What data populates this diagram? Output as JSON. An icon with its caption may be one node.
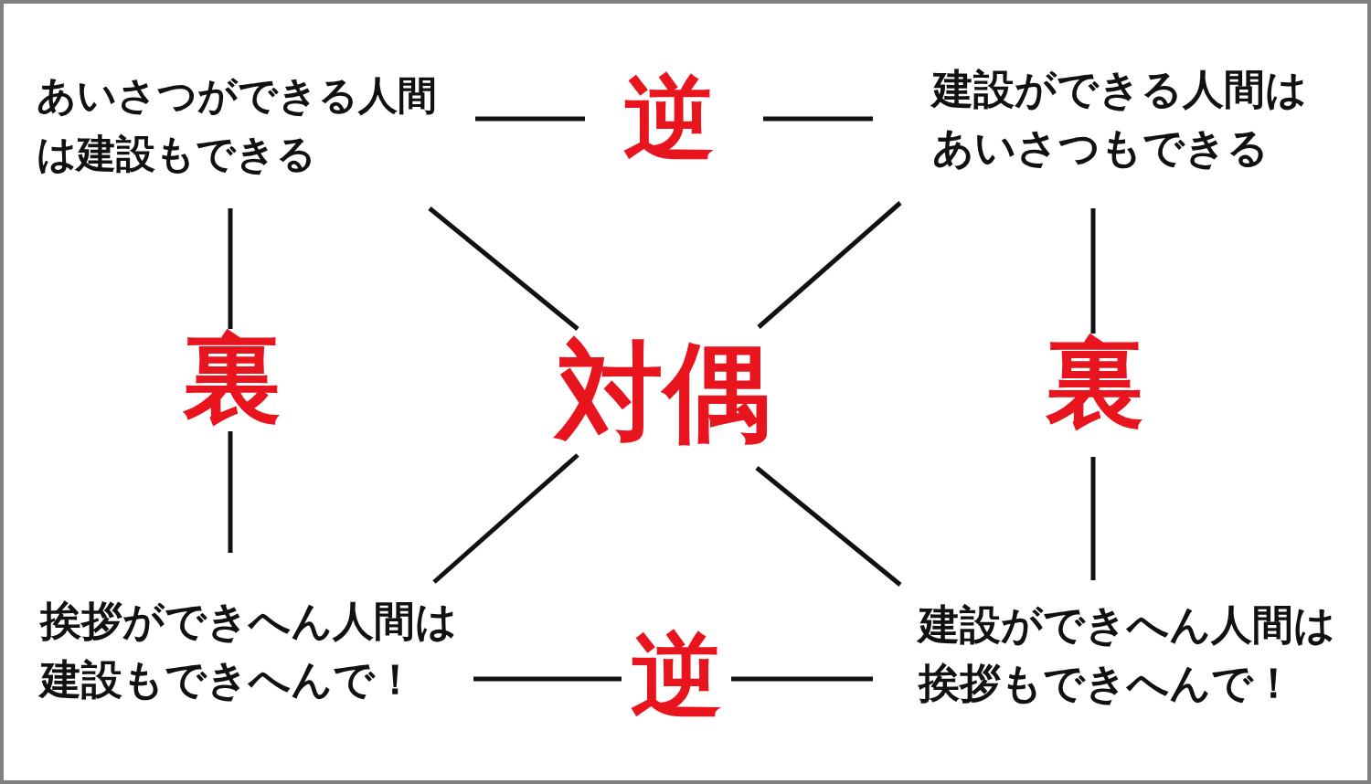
{
  "diagram": {
    "nodes": [
      {
        "text": [
          "あいさつができる人間は建設もできる"
        ]
      },
      {
        "text": [
          "逆"
        ]
      },
      {
        "text": [
          "建設ができる人間はあいさつもできる"
        ]
      },
      {
        "text": [
          "裏"
        ]
      },
      {
        "text": [
          "対偶"
        ]
      },
      {
        "text": [
          "裏"
        ]
      },
      {
        "text": [
          "挨拶ができへん人間は建設もできへんで！"
        ]
      },
      {
        "text": [
          "逆"
        ]
      },
      {
        "text": [
          "建設ができへん人間は挨拶もできへんで！"
        ]
      }
    ],
    "edges": [
      {
        "from": 0,
        "to": 1,
        "arrow": "none"
      },
      {
        "from": 1,
        "to": 2,
        "arrow": "none"
      },
      {
        "from": 0,
        "to": 3,
        "arrow": "none"
      },
      {
        "from": 3,
        "to": 6,
        "arrow": "none"
      },
      {
        "from": 2,
        "to": 5,
        "arrow": "none"
      },
      {
        "from": 5,
        "to": 8,
        "arrow": "none"
      },
      {
        "from": 0,
        "to": 4,
        "arrow": "none"
      },
      {
        "from": 2,
        "to": 4,
        "arrow": "none"
      },
      {
        "from": 4,
        "to": 6,
        "arrow": "none"
      },
      {
        "from": 4,
        "to": 8,
        "arrow": "none"
      },
      {
        "from": 6,
        "to": 7,
        "arrow": "none"
      },
      {
        "from": 7,
        "to": 8,
        "arrow": "none"
      }
    ]
  }
}
